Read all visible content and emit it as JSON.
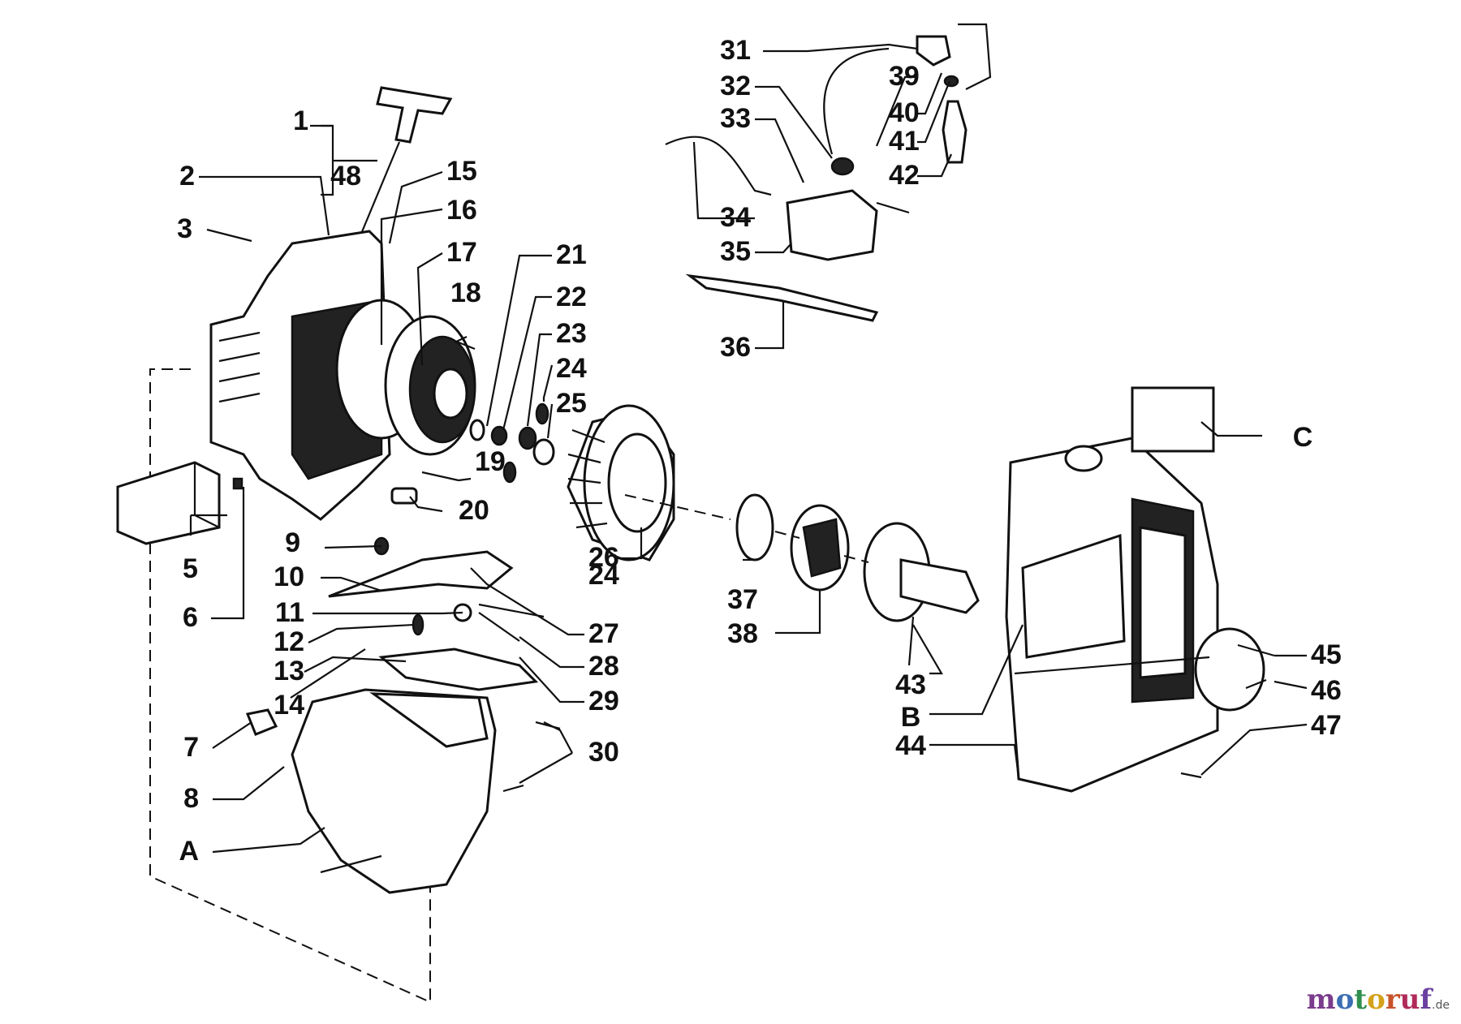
{
  "labels": {
    "l1": "1",
    "l48": "48",
    "l2": "2",
    "l3": "3",
    "l15": "15",
    "l16": "16",
    "l17": "17",
    "l18": "18",
    "l21": "21",
    "l22": "22",
    "l23": "23",
    "l24a": "24",
    "l25": "25",
    "l19": "19",
    "l20": "20",
    "l5": "5",
    "l6": "6",
    "l9": "9",
    "l10": "10",
    "l11": "11",
    "l12": "12",
    "l13": "13",
    "l14": "14",
    "l24b": "24",
    "l27": "27",
    "l28": "28",
    "l29": "29",
    "l30": "30",
    "l7": "7",
    "l8": "8",
    "lA": "A",
    "l26": "26",
    "l31": "31",
    "l32": "32",
    "l33": "33",
    "l34": "34",
    "l35": "35",
    "l36": "36",
    "l39": "39",
    "l40": "40",
    "l41": "41",
    "l42": "42",
    "l37": "37",
    "l38": "38",
    "l43": "43",
    "lB": "B",
    "l44": "44",
    "lC": "C",
    "l45": "45",
    "l46": "46",
    "l47": "47"
  },
  "watermark": {
    "letters": [
      "m",
      "o",
      "t",
      "o",
      "r",
      "u",
      "f"
    ],
    "colors": [
      "#7a3c8c",
      "#3b6db3",
      "#2f8f4e",
      "#d4a21a",
      "#c8532b",
      "#b02a5a",
      "#6a3fa0"
    ],
    "tld": ".de"
  }
}
